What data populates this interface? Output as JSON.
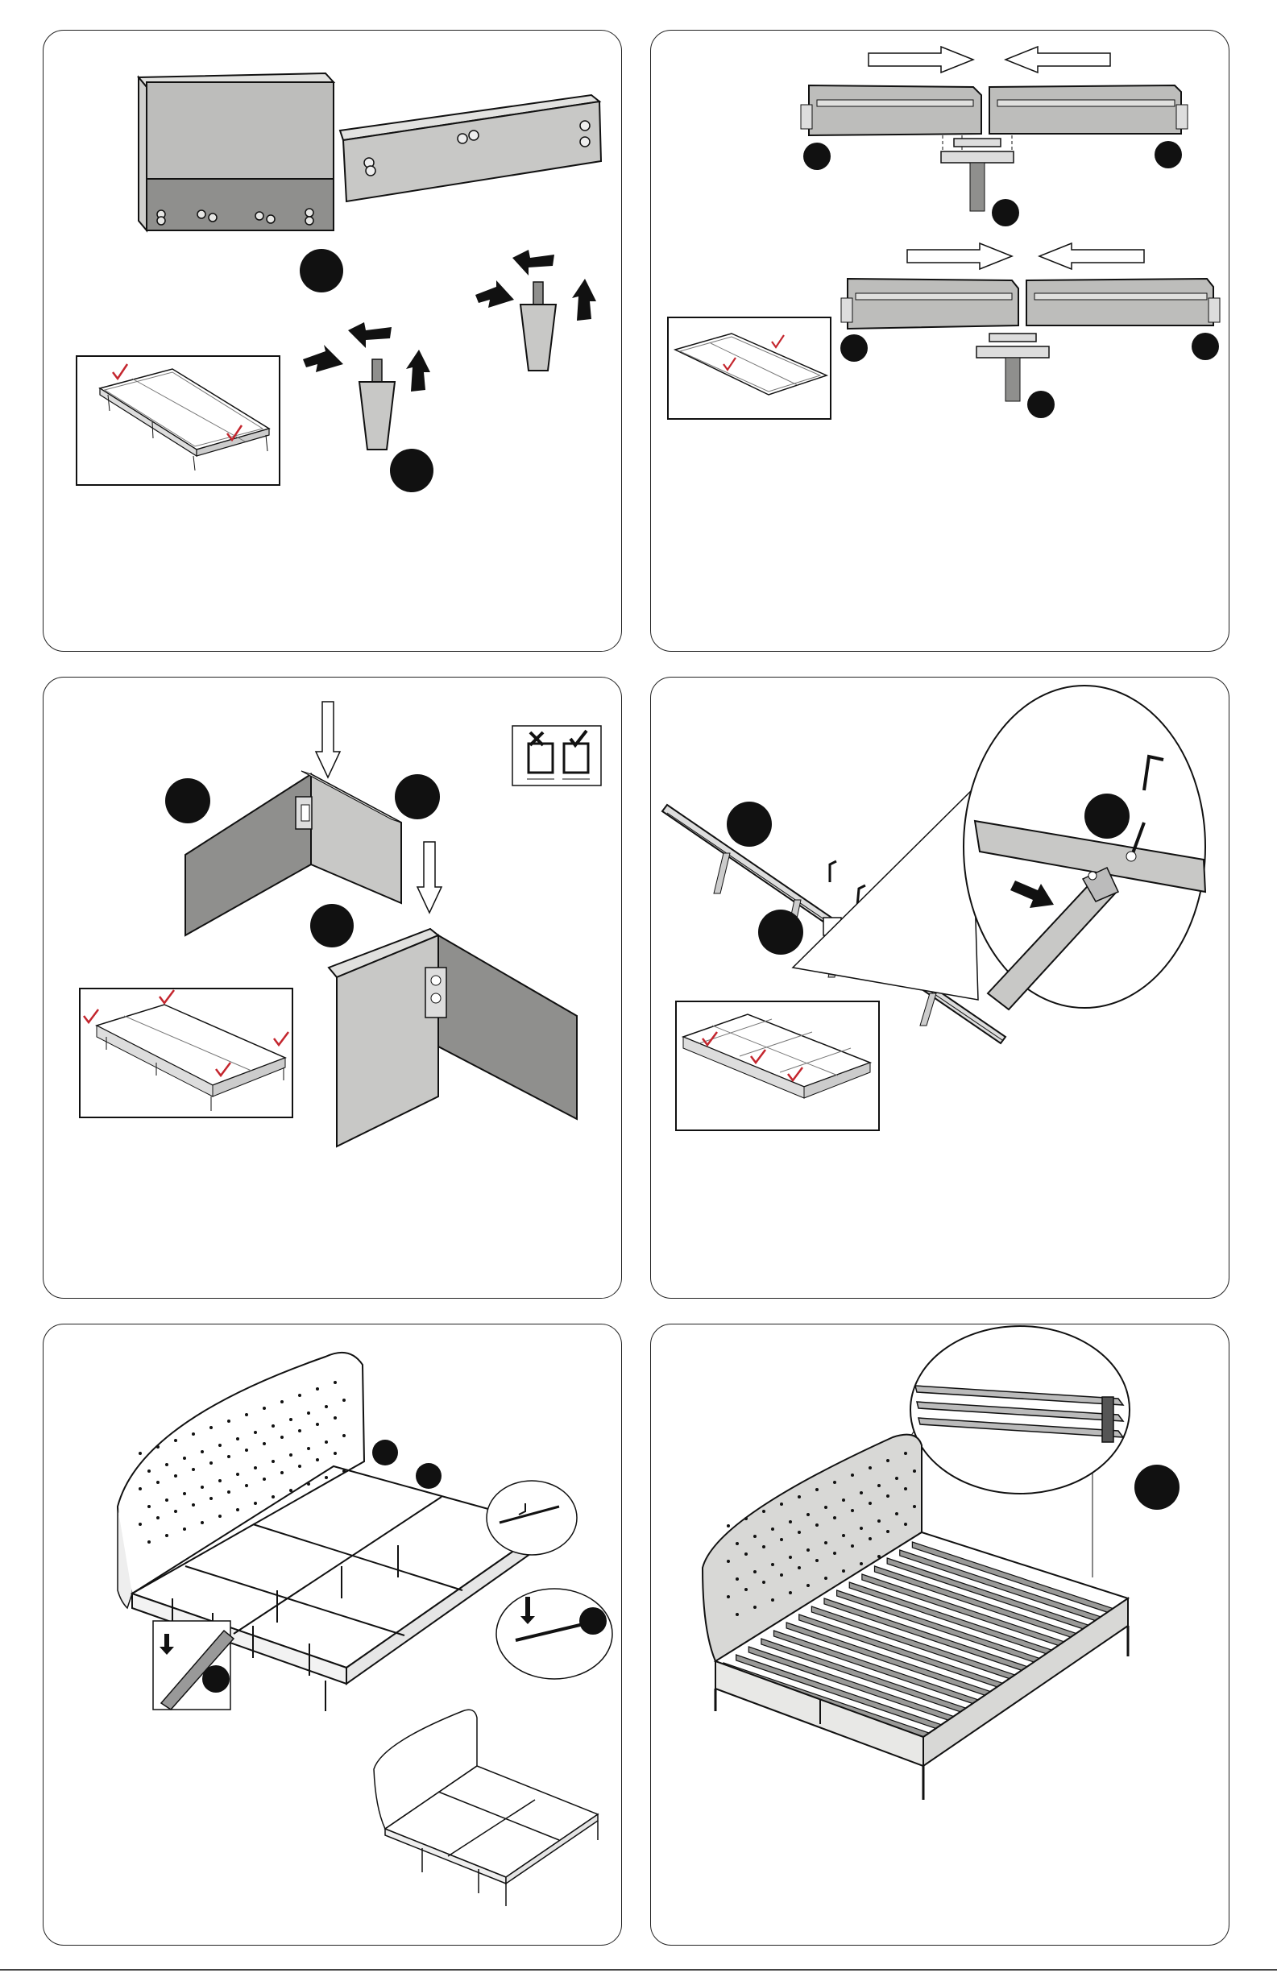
{
  "page": {
    "panels": [
      {
        "step": "attach-legs-headboard"
      },
      {
        "step": "join-side-rails"
      },
      {
        "step": "connect-corner-brackets"
      },
      {
        "step": "install-center-support"
      },
      {
        "step": "place-support-beams"
      },
      {
        "step": "lay-slats"
      }
    ]
  },
  "colors": {
    "ink": "#111111",
    "panel_fill": "#bdbdbb",
    "panel_dark": "#8f8f8d",
    "panel_light": "#d8d8d6",
    "check": "#c4262e",
    "callout": "#111111"
  },
  "icons": {
    "check": "checkmark-icon",
    "cross": "cross-icon",
    "arrow": "arrow-icon",
    "callout": "step-callout-dot"
  }
}
